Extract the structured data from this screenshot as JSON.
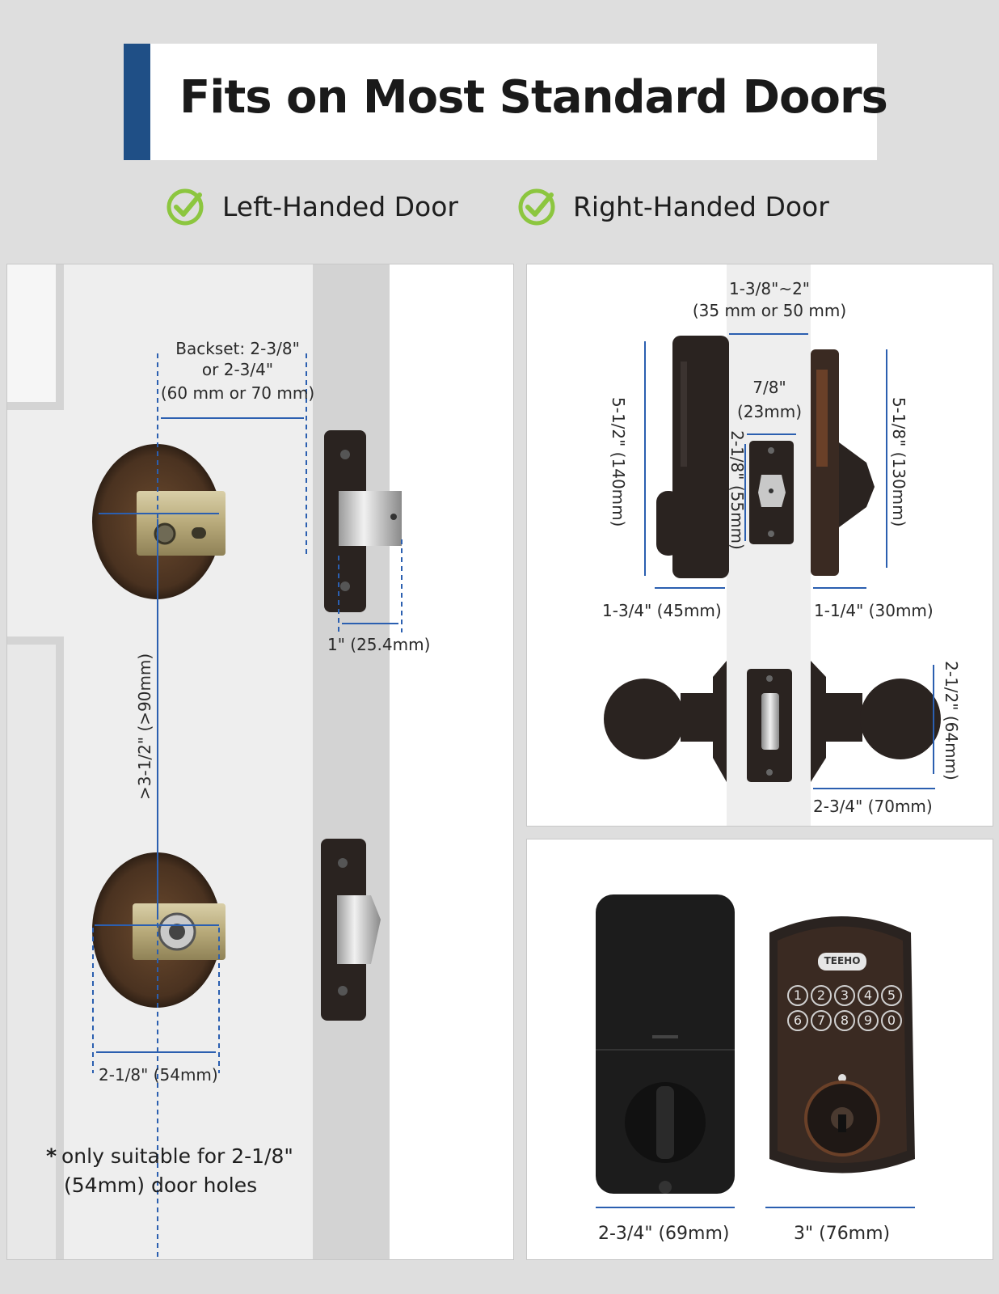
{
  "header": {
    "title": "Fits on Most Standard Doors"
  },
  "features": [
    {
      "label": "Left-Handed Door"
    },
    {
      "label": "Right-Handed Door"
    }
  ],
  "left_panel": {
    "backset_line1": "Backset: 2-3/8\"",
    "backset_line2": "or 2-3/4\"",
    "backset_line3": "(60 mm or 70 mm)",
    "latch_depth": "1\" (25.4mm)",
    "hole_spacing": ">3-1/2\" (>90mm)",
    "hole_diameter": "2-1/8\" (54mm)",
    "note_star": "*",
    "note_line1": "only suitable for 2-1/8\"",
    "note_line2": "(54mm) door holes"
  },
  "top_right_panel": {
    "door_thickness_line1": "1-3/8\"~2\"",
    "door_thickness_line2": "(35 mm or 50 mm)",
    "plate_width_line1": "7/8\"",
    "plate_width_line2": "(23mm)",
    "plate_height": "2-1/8\" (55mm)",
    "interior_height": "5-1/2\" (140mm)",
    "exterior_height": "5-1/8\" (130mm)",
    "interior_depth": "1-3/4\" (45mm)",
    "exterior_depth": "1-1/4\" (30mm)",
    "knob_height": "2-1/2\" (64mm)",
    "knob_depth": "2-3/4\" (70mm)"
  },
  "bottom_right_panel": {
    "brand": "TEEHO",
    "keys": [
      "1",
      "2",
      "3",
      "4",
      "5",
      "6",
      "7",
      "8",
      "9",
      "0"
    ],
    "interior_width": "2-3/4\" (69mm)",
    "exterior_width": "3\" (76mm)"
  },
  "colors": {
    "accent": "#1f4f86",
    "check": "#8cc63f",
    "dimension_line": "#2b5fb0",
    "lock_finish": "#2a2320"
  }
}
